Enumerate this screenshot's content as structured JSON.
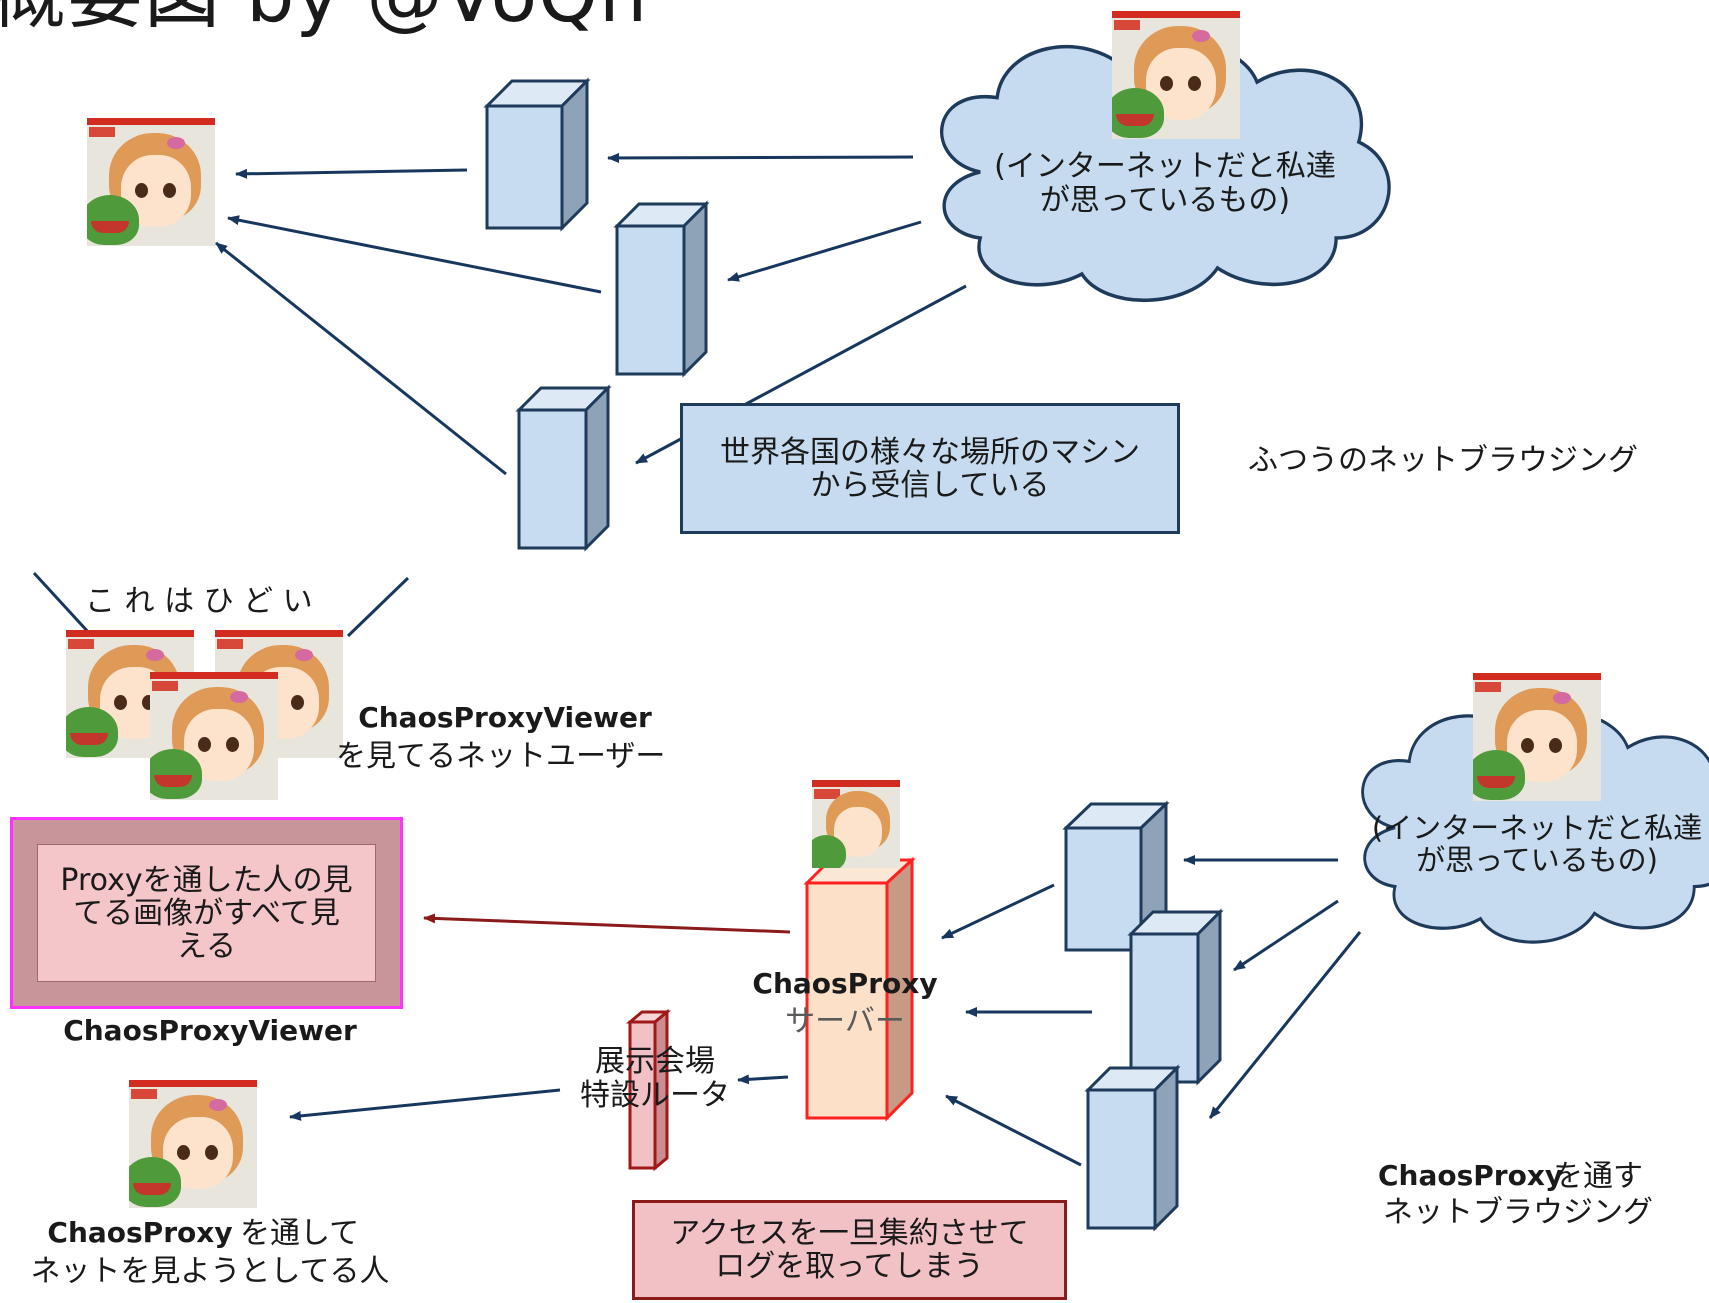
{
  "title": "概要図 by @VoQn",
  "top_section": {
    "cloud_text": "(インターネットだと私達\nが思っているもの)",
    "machines_label": "世界各国の様々な場所のマシン\nから受信している",
    "caption": "ふつうのネットブラウジング"
  },
  "viewer_section": {
    "crowd_text": "こ れ は ひ ど い",
    "crowd_caption_bold": "ChaosProxyViewer",
    "crowd_caption": "を見てるネットユーザー",
    "viewer_box_text": "Proxyを通した人の見\nてる画像がすべて見\nえる",
    "viewer_box_label": "ChaosProxyViewer"
  },
  "bottom_section": {
    "user_caption_bold": "ChaosProxy",
    "user_caption_1": "を通して",
    "user_caption_2": "ネットを見ようとしてる人",
    "router_label": "展示会場\n特設ルータ",
    "server_label_bold": "ChaosProxy",
    "server_label": "サーバー",
    "log_box_text": "アクセスを一旦集約させて\nログを取ってしまう",
    "cloud_text": "(インターネットだと私達\nが思っているもの)",
    "caption_bold": "ChaosProxy",
    "caption_1": "を通す",
    "caption_2": "ネットブラウジング"
  },
  "colors": {
    "node_fill": "#c7dcf0",
    "node_stroke": "#1f3b5c",
    "arrow": "#17375e",
    "red_arrow": "#8b1a1a",
    "viewer_fill": "#f4c6c9",
    "viewer_border": "#ff33ff",
    "server_fill": "#fde0c8",
    "server_stroke": "#ff2020"
  }
}
